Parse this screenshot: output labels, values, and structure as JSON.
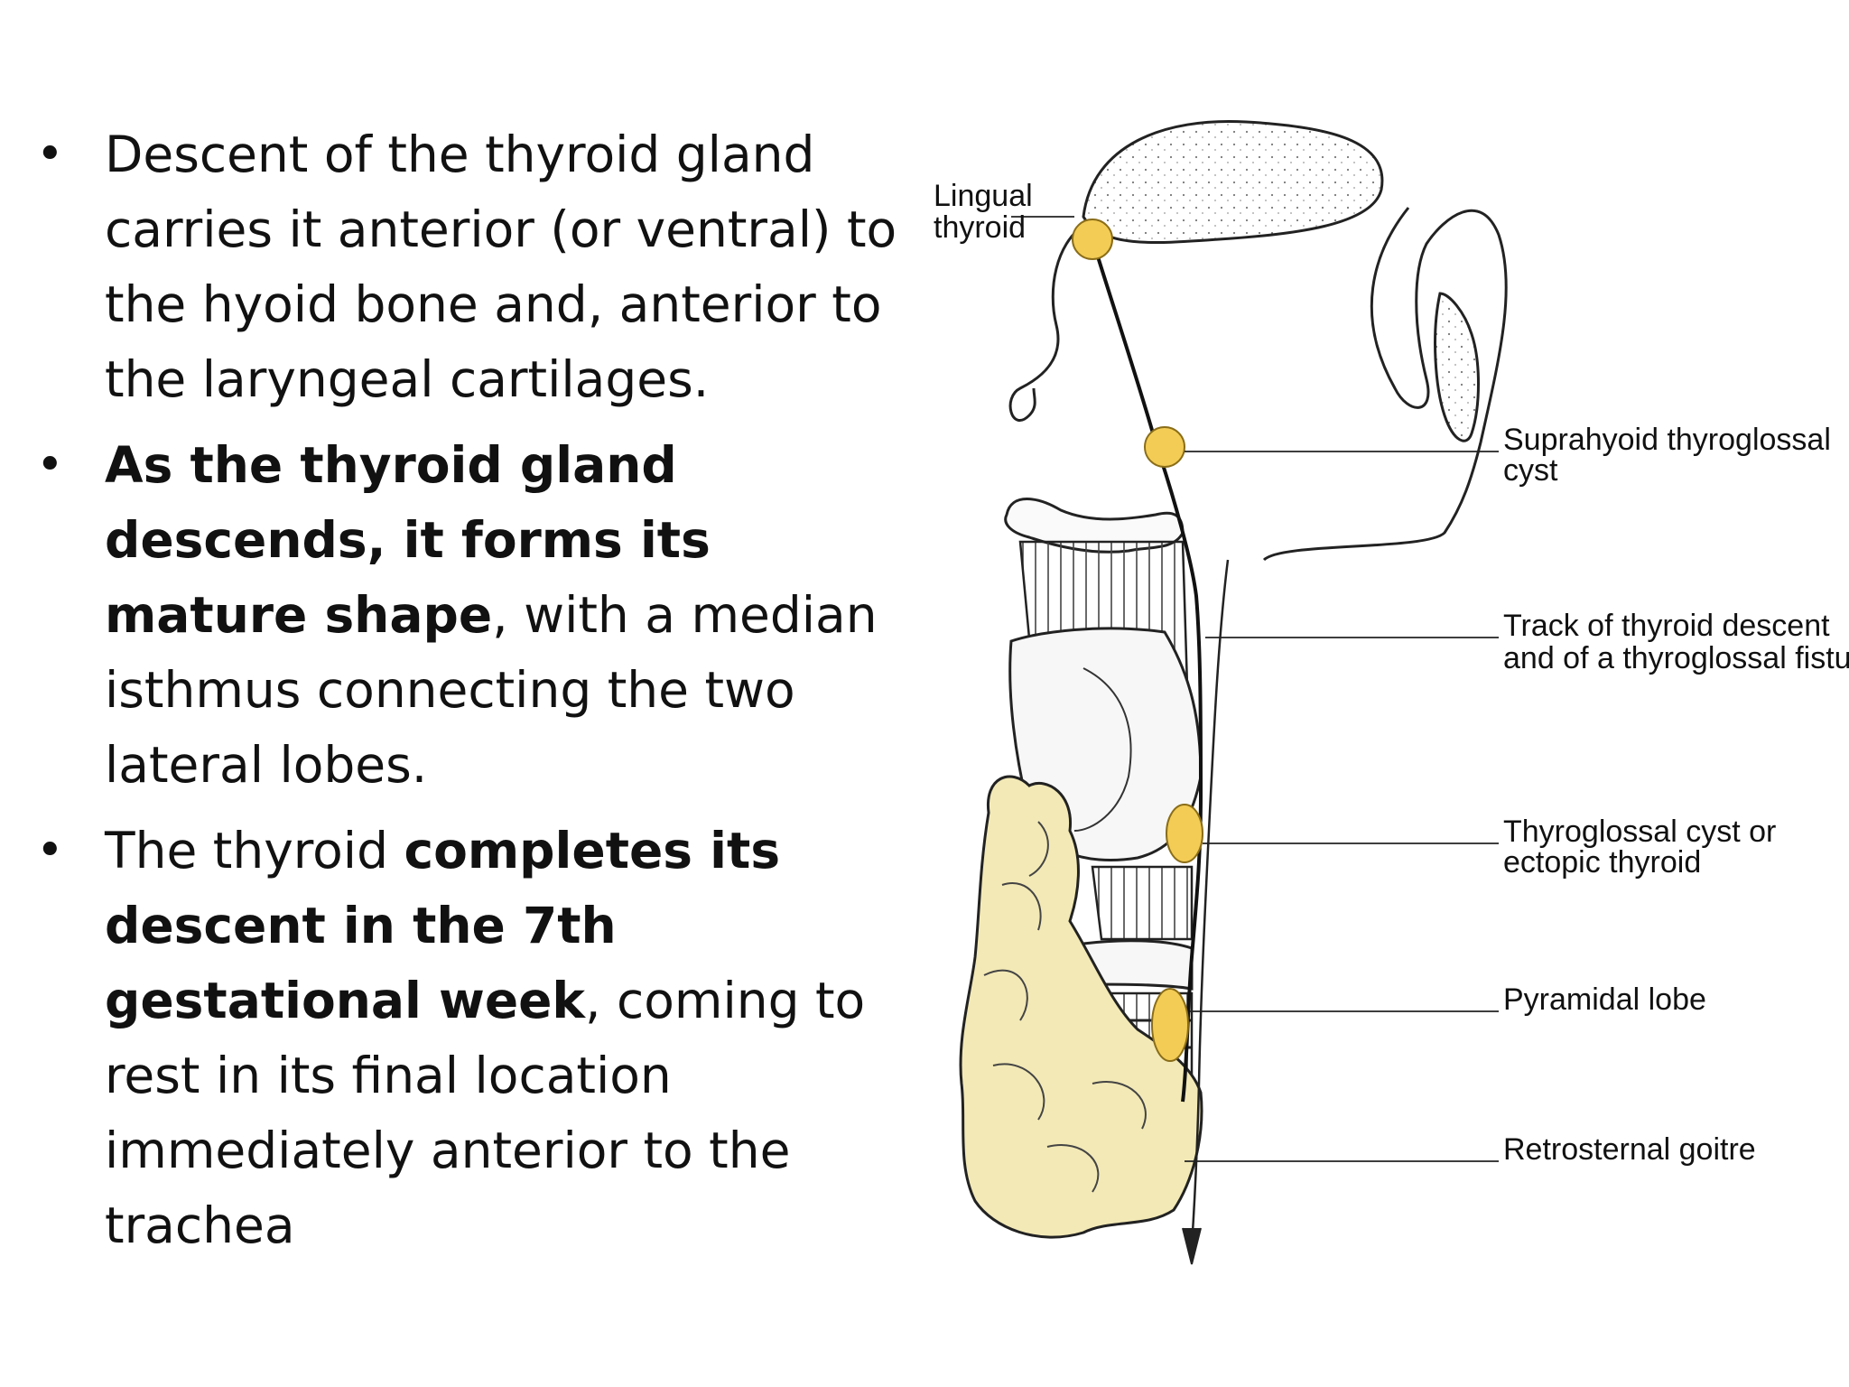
{
  "bullets": [
    {
      "pre": "Descent of the thyroid gland carries it anterior (or ventral) to the hyoid bone and, anterior to the laryngeal cartilages.",
      "bold": "",
      "post": ""
    },
    {
      "pre": " ",
      "bold": "As the thyroid gland descends, it forms its mature shape",
      "post": ", with a median isthmus connecting the two lateral lobes."
    },
    {
      "pre": "The thyroid ",
      "bold": "completes its descent in the 7th gestational week",
      "post": ", coming to rest in its final location immediately anterior to the trachea"
    }
  ],
  "diagram": {
    "labels": {
      "lingual_1": "Lingual",
      "lingual_2": "thyroid",
      "suprahyoid_1": "Suprahyoid thyroglossal",
      "suprahyoid_2": "cyst",
      "track_1": "Track of thyroid descent",
      "track_2": "and of a thyroglossal fistula",
      "cyst_1": "Thyroglossal cyst  or",
      "cyst_2": "ectopic thyroid",
      "pyramidal": "Pyramidal lobe",
      "retrosternal": "Retrosternal goitre"
    },
    "colors": {
      "thyroid_fill": "#f2e9b6",
      "node_fill": "#f3cc55",
      "line": "#1a1a1a"
    }
  }
}
